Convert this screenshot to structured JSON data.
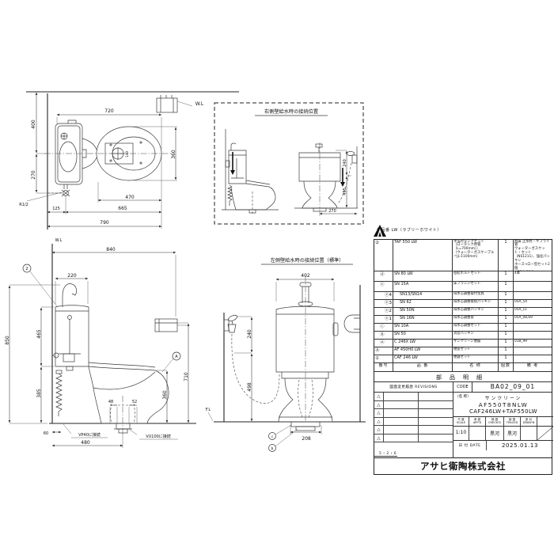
{
  "drawing": {
    "plan": {
      "wl": "W.L",
      "dim_720": "720",
      "dim_400": "400",
      "dim_270": "270",
      "dim_140": "140",
      "dim_360": "360",
      "dim_470": "470",
      "dim_665": "665",
      "dim_790": "790",
      "dim_125": "125",
      "r_half": "R1/2"
    },
    "side": {
      "wl": "W.L",
      "dim_840": "840",
      "dim_220": "220",
      "dim_850": "850",
      "dim_465": "465",
      "dim_385": "385",
      "dim_710": "710",
      "dim_360": "360",
      "dim_48": "48",
      "dim_52": "52",
      "dim_60": "60",
      "dim_480": "480",
      "vp40": "VP40に接続",
      "vu100": "VU100に接続",
      "mark_tank": "2",
      "mark_bowl": "A"
    },
    "front": {
      "title": "左側壁給水時の接続位置（標準）",
      "dim_402": "402",
      "dim_240": "240",
      "dim_498": "498",
      "dim_208": "208",
      "fl": "F.L",
      "mark_c": "c",
      "mark_b": "b"
    },
    "inset": {
      "title": "右側壁給水時の接続位置",
      "dim_240": "240",
      "dim_495": "495",
      "dim_270": "270"
    }
  },
  "parts_table": {
    "color_note": "色品番 LW（ラブリーホワイト）",
    "header": {
      "no": "番号",
      "part": "品 番",
      "name": "名 称",
      "qty": "個数",
      "remarks": "備 考"
    },
    "rows": [
      {
        "mark": "②",
        "part": "TAF 550 LW",
        "name": "手洗付タンクセット\n（ロータンク用管（L=700mm））\n（ウォーターガスケーブル＝JL-1100mm）",
        "qty": "1",
        "remarks": "附属 止水栓・サプライ管\nウォーターガスケット・セット\n（NS1211）、強化パッキン\nホース→ロー型セット2個\n（32A_194）"
      },
      {
        "mark": "ⓓ",
        "part": "SN 80 LW",
        "name": "密結ボルトセット",
        "qty": "1",
        "remarks": "4本"
      },
      {
        "mark": "ⓔ",
        "part": "SN 15A",
        "name": "床フランジセット",
        "qty": "1",
        "remarks": ""
      },
      {
        "mark": "ⓔ4",
        "part": "SN13/SN14",
        "name": "排水芯調整取付金具",
        "qty": "1",
        "remarks": ""
      },
      {
        "mark": "ⓔ3",
        "part": "SN 62",
        "name": "排水芯調整接続パッキン",
        "qty": "1",
        "remarks": "05A_54"
      },
      {
        "mark": "ⓔ2",
        "part": "SN 50N",
        "name": "排水芯調整パッキン",
        "qty": "1",
        "remarks": "05A_11"
      },
      {
        "mark": "ⓔ1",
        "part": "SN 16N",
        "name": "排水芯調整管",
        "qty": "1",
        "remarks": "05A_08,69"
      },
      {
        "mark": "ⓒ",
        "part": "SN 10A",
        "name": "排水芯調整セット",
        "qty": "1",
        "remarks": ""
      },
      {
        "mark": "ⓑ",
        "part": "SN 50",
        "name": "消音パッキン",
        "qty": "1",
        "remarks": ""
      },
      {
        "mark": "ⓐ",
        "part": "C 246X LW",
        "name": "サンクリーン便器",
        "qty": "1",
        "remarks": "01B_99"
      },
      {
        "mark": "Ⓐ",
        "part": "AF 450H0 LW",
        "name": "便座セット",
        "qty": "1",
        "remarks": ""
      },
      {
        "mark": "①",
        "part": "CAF 246 LW",
        "name": "便器セット",
        "qty": "1",
        "remarks": ""
      }
    ]
  },
  "title_block": {
    "section_title": "部品明細",
    "revisions_label": "図面変更履歴 REVISIONS",
    "rev_triangle": "△",
    "code_label": "CODE",
    "code_value": "BA02_09_01",
    "name_label": "（名 称）",
    "product_series": "サンクリーン",
    "product_model": "AF550T8NLW",
    "product_combo": "CAF246LW+TAF550LW",
    "scale_label": "尺 度\nSCALE",
    "appd_label": "承 認\nAPP'D",
    "checkd_label": "検 図\nCHECK'D",
    "traced_label": "製 図\nTRACED",
    "drawn_label": "設 計\nDRAW'N",
    "scale_value": "1:10",
    "stamp_checkd": "黒河",
    "stamp_traced": "黒河",
    "date_label": "日 付 DATE",
    "date_value": "2025.01.13",
    "corner_note": "5・2・6",
    "company_name": "アサヒ衛陶株式会社"
  }
}
